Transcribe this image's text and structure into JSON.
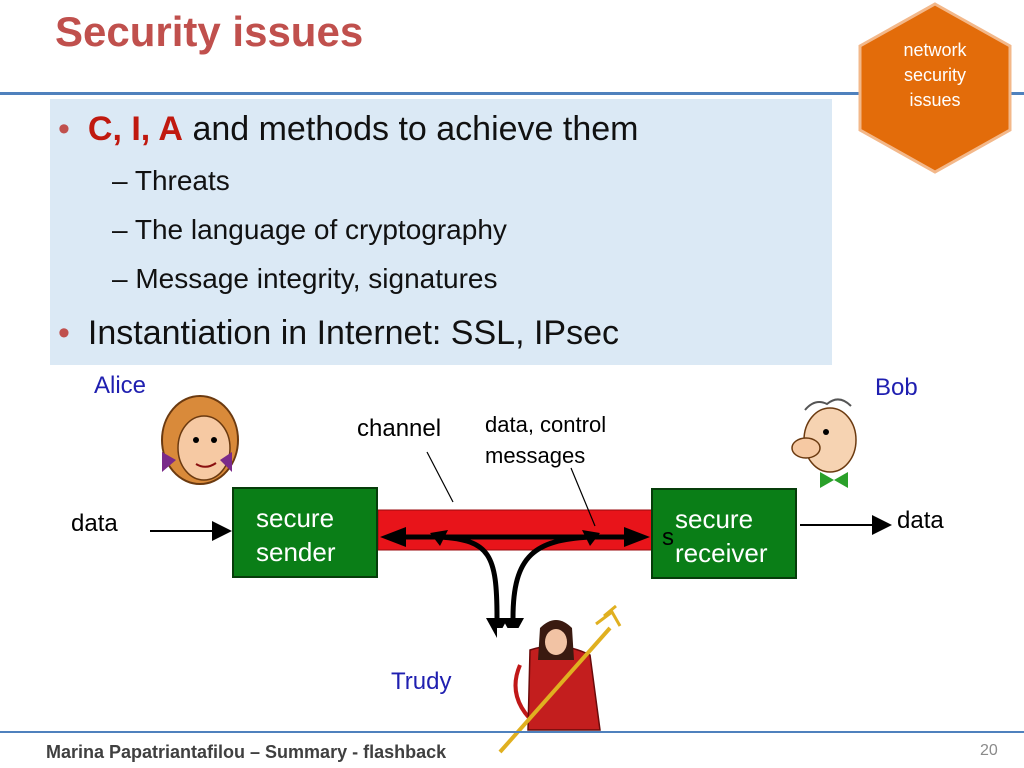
{
  "title": "Security issues",
  "badge": {
    "lines": [
      "network",
      "security",
      "issues"
    ]
  },
  "bullets": {
    "b1_em": "C, I, A",
    "b1_rest": "and methods to achieve them",
    "subs": [
      "Threats",
      "The language of cryptography",
      "Message integrity, signatures"
    ],
    "b2": "Instantiation in Internet: SSL, IPsec"
  },
  "diagram": {
    "alice": "Alice",
    "bob": "Bob",
    "trudy": "Trudy",
    "channel": "channel",
    "messages": [
      "data, control",
      "messages"
    ],
    "data_left": "data",
    "data_right": "data",
    "sender": [
      "secure",
      "sender"
    ],
    "receiver": [
      "secure",
      "receiver"
    ],
    "receiver_s": "s"
  },
  "footer": {
    "text": "Marina Papatriantafilou –  Summary - flashback",
    "page": "20"
  },
  "colors": {
    "title": "#c0504d",
    "badge": "#e36c0a",
    "panel": "#dbe9f5",
    "box": "#0a7e17",
    "channel": "#e8141a"
  }
}
